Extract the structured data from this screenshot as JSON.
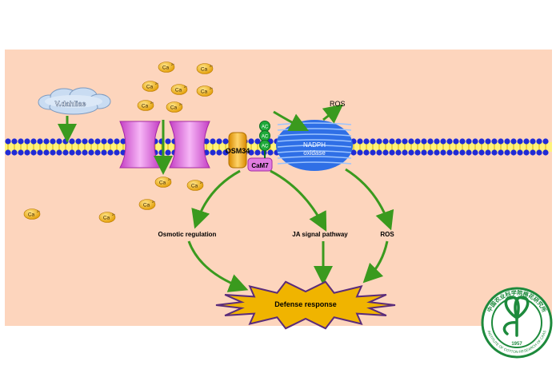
{
  "diagram": {
    "pathogen_label": "V.dahliae",
    "ion_label": "Ca",
    "ion_charge": "2+",
    "osm_label": "OSM34",
    "cam_label": "CaM7",
    "ac_label": "AC",
    "nadph_label_line1": "NADPH",
    "nadph_label_line2": "oxidase",
    "ros_top_label": "ROS",
    "pathway_osmotic": "Osmotic regulation",
    "pathway_ja": "JA signal pathway",
    "pathway_ros": "ROS",
    "outcome": "Defense response",
    "logo": {
      "top_text": "中国农业科学院棉花研究所",
      "bottom_text": "INSTITUTE OF COTTON RESEARCH OF CAAS",
      "year": "1957"
    }
  },
  "colors": {
    "background": "#fdd5bd",
    "arrow": "#3a9a1e",
    "membrane_head": "#1f2bd6",
    "membrane_tail": "#ffe600",
    "channel": "#e07ce0",
    "ion": "#f2b21c",
    "nadph": "#3b7ef2",
    "burst": "#f0b400",
    "logo": "#1d8a3c"
  }
}
